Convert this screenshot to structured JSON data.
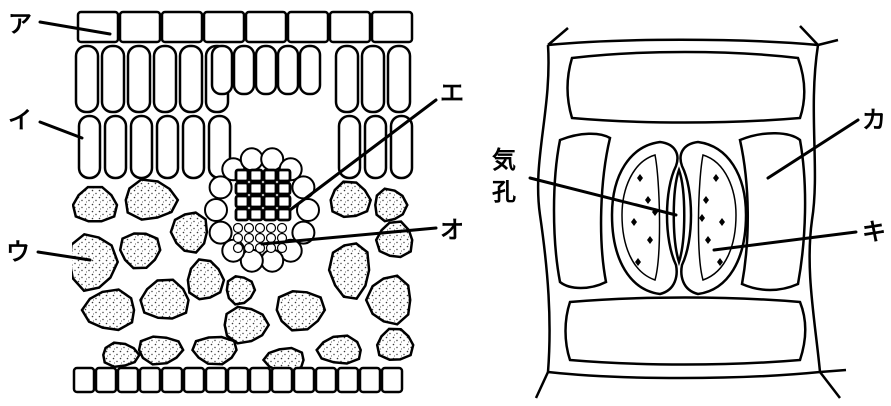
{
  "labels": {
    "a": "ア",
    "i": "イ",
    "u": "ウ",
    "e": "エ",
    "o": "オ",
    "ka": "カ",
    "ki": "キ",
    "stoma_1": "気",
    "stoma_2": "孔"
  },
  "colors": {
    "ink": "#000000",
    "background": "#ffffff",
    "stipple": "#3a3a3a"
  }
}
